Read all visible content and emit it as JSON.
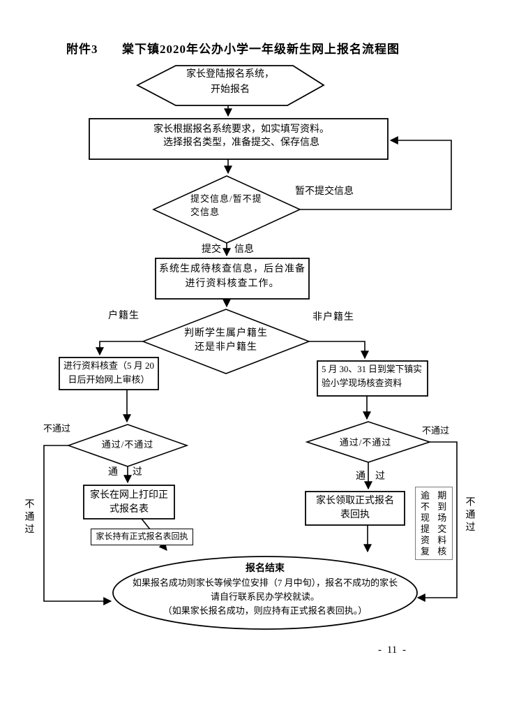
{
  "header": {
    "attachment": "附件3",
    "title": "棠下镇2020年公办小学一年级新生网上报名流程图"
  },
  "footer": {
    "page_number": "- 11 -"
  },
  "nodes": {
    "start": {
      "line1": "家长登陆报名系统，",
      "line2": "开始报名"
    },
    "fill_form": {
      "line1": "家长根据报名系统要求，如实填写资料。",
      "line2": "选择报名类型，准备提交、保存信息"
    },
    "submit_decision": {
      "line1": "提交信息/暂不提",
      "line2": "交信息"
    },
    "generate_review": {
      "line1": "系统生成待核查信息，后台准备",
      "line2": "进行资料核查工作。"
    },
    "household_decision": {
      "line1": "判断学生属户籍生",
      "line2": "还是非户籍生"
    },
    "online_review": {
      "line1": "进行资料核查（5 月 20",
      "line2": "日后开始网上审核）"
    },
    "onsite_review": {
      "line1": "5 月 30、31 日到棠下镇实",
      "line2": "验小学现场核查资料"
    },
    "left_result_decision": {
      "text": "通过/不通过"
    },
    "right_result_decision": {
      "text": "通过/不通过"
    },
    "print_form": {
      "line1": "家长在网上打印正",
      "line2": "式报名表"
    },
    "receipt_note": {
      "text": "家长持有正式报名表回执"
    },
    "receive_receipt": {
      "line1": "家长领取正式报名",
      "line2": "表回执"
    },
    "overdue_note": {
      "rows": [
        "逾 期",
        "不 到",
        "现 场",
        "提 交",
        "资 料",
        "复 核"
      ]
    },
    "end": {
      "title": "报名结束",
      "line1": "如果报名成功则家长等候学位安排（7 月中旬），报名不成功的家长",
      "line2": "请自行联系民办学校就读。",
      "line3": "（如果家长报名成功，则应持有正式报名表回执。）"
    }
  },
  "edge_labels": {
    "not_submit": "暂不提交信息",
    "submit_1": "提交",
    "submit_2": "信息",
    "resident": "户籍生",
    "non_resident": "非户籍生",
    "fail_left": "不通过",
    "fail_right": "不通过",
    "pass_left_1": "通",
    "pass_left_2": "过",
    "pass_right_1": "通",
    "pass_right_2": "过",
    "fail_left_side": "不通过",
    "fail_right_side": "不通过"
  }
}
